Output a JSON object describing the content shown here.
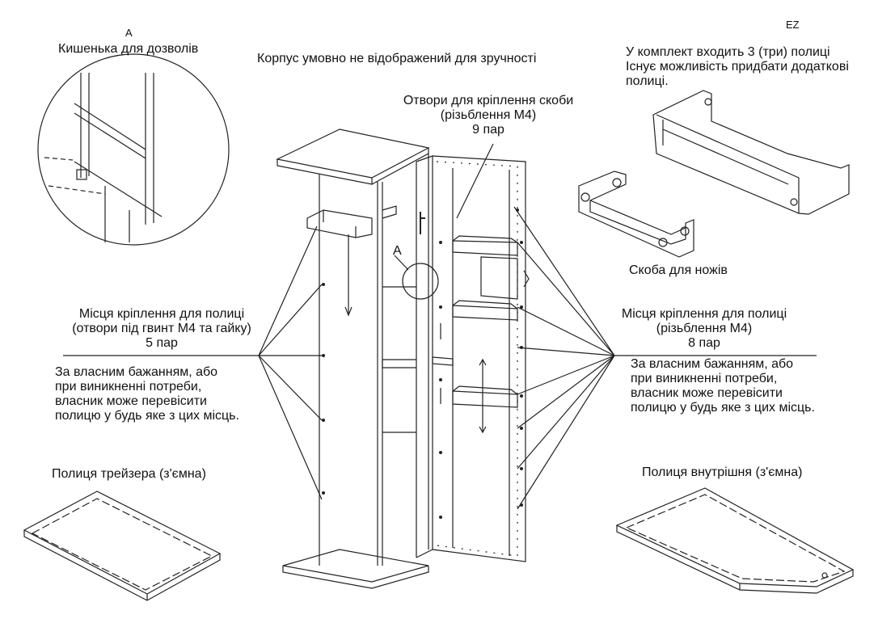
{
  "detail": {
    "letter": "A",
    "title": "Кишенька для дозволів"
  },
  "corner_code": "EZ",
  "note_top": "Корпус умовно не відображений для зручності",
  "bracket_holes": [
    "Отвори для кріплення скоби",
    "(різьблення M4)",
    "9 пар"
  ],
  "shelves_included": [
    "У комплект входить 3 (три) полиці",
    "Існує можливість придбати додаткові",
    "полиці."
  ],
  "knife_bracket": "Скоба для ножів",
  "left_mount": [
    "Місця кріплення для полиці",
    "(отвори під гвинт M4 та гайку)",
    "5 пар"
  ],
  "left_note": [
    "За власним бажанням, або",
    "при виникненні потреби,",
    "власник може перевісити",
    "полицю у будь яке з цих місць."
  ],
  "right_mount": [
    "Місця кріплення для полиці",
    "(різьблення M4)",
    "8 пар"
  ],
  "right_note": [
    "За власним бажанням, або",
    "при виникненні потреби,",
    "власник може перевісити",
    "полицю у будь яке з цих місць."
  ],
  "tray_shelf": "Полиця трейзера (з'ємна)",
  "inner_shelf": "Полиця внутрішня (з'ємна)",
  "callout_letter": "A"
}
